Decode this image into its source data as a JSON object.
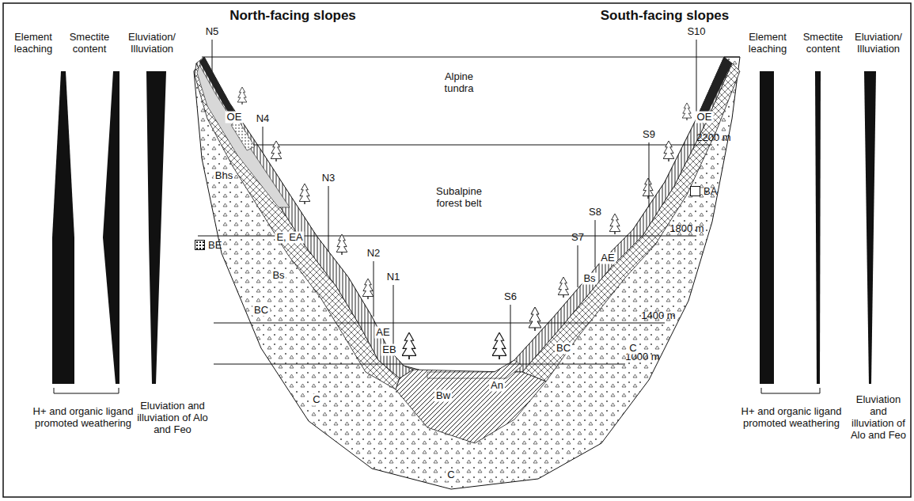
{
  "diagram": {
    "labels": [
      "North-facing slopes",
      "South-facing slopes",
      "Element leaching",
      "Smectite content",
      "Eluviation/ Illuviation",
      "Element leaching",
      "Smectite content",
      "Eluviation/ Illuviation",
      "Alpine tundra",
      "Subalpine forest belt",
      "2200 m",
      "1800 m",
      "1400 m",
      "1000 m",
      "N5",
      "N4",
      "N3",
      "N2",
      "N1",
      "S6",
      "S7",
      "S8",
      "S9",
      "S10",
      "OE",
      "Bhs",
      "E, EA",
      "Bs",
      "BC",
      "C",
      "AE",
      "EB",
      "Bw",
      "An",
      "BC",
      "C",
      "Bs",
      "AE",
      "OE",
      "C",
      "H+ and organic ligand promoted weathering",
      "Eluviation and illuviation of Alo and Feo",
      "H+ and organic ligand promoted weathering",
      "Eluviation and illuviation of Alo and Feo"
    ],
    "legend": [
      {
        "text": "BE"
      },
      {
        "text": "BA"
      }
    ]
  }
}
